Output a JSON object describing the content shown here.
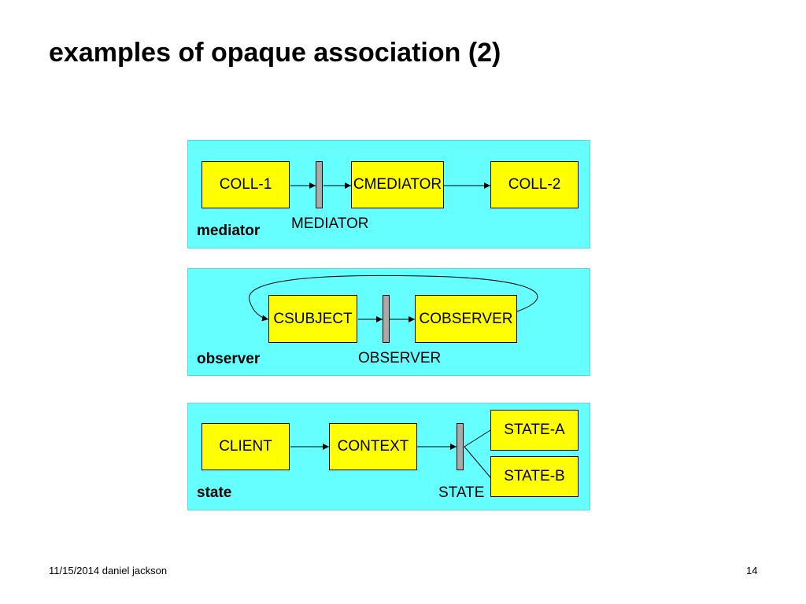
{
  "slide": {
    "title": "examples of opaque association (2)"
  },
  "panels": {
    "mediator": {
      "label": "mediator",
      "relation": "MEDIATOR",
      "boxes": {
        "left": "COLL-1",
        "middle": "CMEDIATOR",
        "right": "COLL-2"
      }
    },
    "observer": {
      "label": "observer",
      "relation": "OBSERVER",
      "boxes": {
        "left": "CSUBJECT",
        "right": "COBSERVER"
      }
    },
    "state": {
      "label": "state",
      "relation": "STATE",
      "boxes": {
        "client": "CLIENT",
        "context": "CONTEXT",
        "state_a": "STATE-A",
        "state_b": "STATE-B"
      }
    }
  },
  "footer": {
    "date_author": "11/15/2014  daniel jackson",
    "page_number": "14"
  },
  "colors": {
    "panel": "#66ffff",
    "box": "#ffff00",
    "bar": "#a9a9a9"
  }
}
